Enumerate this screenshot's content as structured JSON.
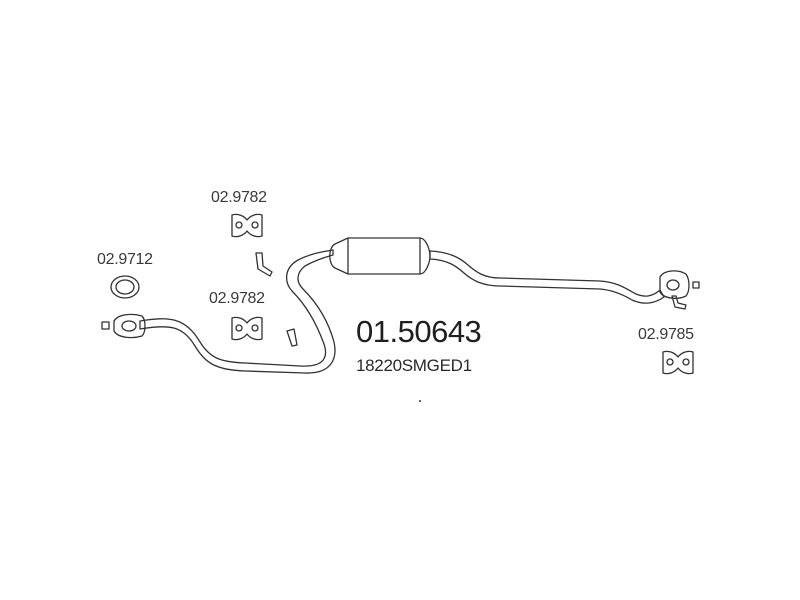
{
  "diagram": {
    "main_part_number": "01.50643",
    "oem_number": "18220SMGED1",
    "part_labels": {
      "hanger_upper": "02.9782",
      "gasket_ring": "02.9712",
      "hanger_lower": "02.9782",
      "hanger_rear": "02.9785"
    },
    "colors": {
      "stroke": "#333333",
      "text": "#3a3a3a",
      "background": "#ffffff"
    }
  }
}
